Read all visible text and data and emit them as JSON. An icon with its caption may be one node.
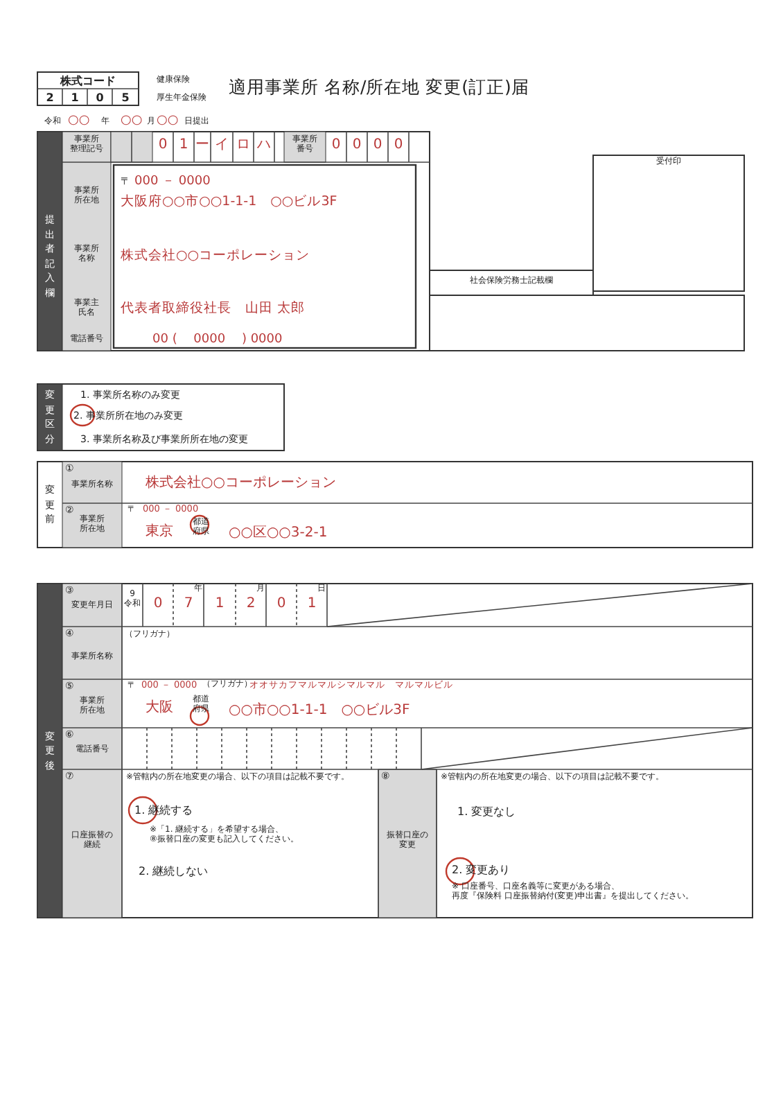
{
  "diagram": {
    "title": "適用事業所 名称/所在地 変更(訂正)届",
    "labels": [
      "株式コード",
      "2",
      "1",
      "0",
      "5",
      "健康保険",
      "厚生年金保険",
      "令和",
      "○○",
      "年",
      "○○",
      "月",
      "○○",
      "日提出",
      "提出者記入欄",
      "事業所整理記号",
      "0",
      "1",
      "ー",
      "イ",
      "ロ",
      "ハ",
      "事業所番号",
      "0",
      "0",
      "0",
      "0",
      "事業所所在地",
      "〒",
      "000 － 0000",
      "大阪府○○市○○1-1-1　○○ビル3F",
      "事業所名称",
      "株式会社○○コーポレーション",
      "事業主氏名",
      "代表者取締役社長　山田 太郎",
      "電話番号",
      "00 (　 0000　 ) 0000",
      "受付印",
      "社会保険労務士記載欄",
      "変更区分",
      "1. 事業所名称のみ変更",
      "2. 事業所所在地のみ変更",
      "3. 事業所名称及び事業所所在地の変更",
      "変更前",
      "①",
      "事業所名称",
      "株式会社○○コーポレーション",
      "②",
      "事業所所在地",
      "〒",
      "000 － 0000",
      "東京",
      "都道府県",
      "○○区○○3-2-1",
      "変更後",
      "③",
      "変更年月日",
      "9",
      "令和",
      "0",
      "7",
      "1",
      "2",
      "0",
      "1",
      "年",
      "月",
      "日",
      "④",
      "（フリガナ）",
      "事業所名称",
      "⑤",
      "〒",
      "000 － 0000",
      "（フリガナ）",
      "オオサカフマルマルシマルマル　マルマルビル",
      "事業所所在地",
      "大阪",
      "都道府県",
      "○○市○○1-1-1　○○ビル3F",
      "⑥",
      "電話番号",
      "⑦",
      "口座振替の継続",
      "※管轄内の所在地変更の場合、以下の項目は記載不要です。",
      "1. 継続する",
      "※「1. 継続する」を希望する場合、⑧振替口座の変更も記入してください。",
      "2. 継続しない",
      "⑧",
      "振替口座の変更",
      "※管轄内の所在地変更の場合、以下の項目は記載不要です。",
      "1. 変更なし",
      "2. 変更あり",
      "※ 口座番号、口座名義等に変更がある場合、再度『保険料 口座振替納付(変更)申出書』を提出してください。"
    ]
  }
}
